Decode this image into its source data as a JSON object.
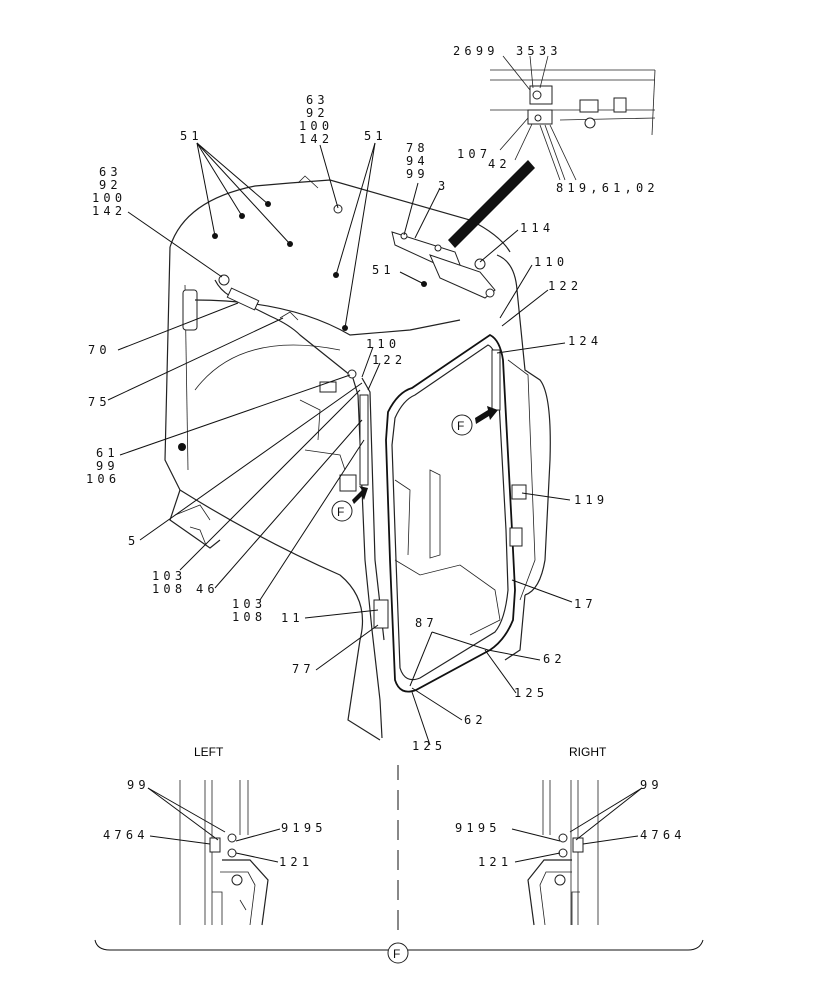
{
  "labels": {
    "l_2699": "2699",
    "l_3533": "3533",
    "l_107": "107",
    "l_42": "42",
    "l_819": "819,61,02",
    "l_63a_1": "63",
    "l_63a_2": "92",
    "l_63a_3": "100",
    "l_63a_4": "142",
    "l_51a": "51",
    "l_51b": "51",
    "l_63b_1": "63",
    "l_63b_2": "92",
    "l_63b_3": "100",
    "l_63b_4": "142",
    "l_78_1": "78",
    "l_78_2": "94",
    "l_78_3": "99",
    "l_3": "3",
    "l_114": "114",
    "l_51c": "51",
    "l_110a": "110",
    "l_122a": "122",
    "l_124": "124",
    "l_70": "70",
    "l_110b": "110",
    "l_122b": "122",
    "l_75": "75",
    "l_61_1": "61",
    "l_61_2": "99",
    "l_61_3": "106",
    "l_119": "119",
    "l_5": "5",
    "l_103a_1": "103",
    "l_103a_2": "108",
    "l_46": "46",
    "l_103b_1": "103",
    "l_103b_2": "108",
    "l_11": "11",
    "l_17": "17",
    "l_87": "87",
    "l_62a": "62",
    "l_77": "77",
    "l_125a": "125",
    "l_62b": "62",
    "l_125b": "125",
    "left_99": "99",
    "left_4764": "4764",
    "left_9195": "9195",
    "left_121": "121",
    "right_99": "99",
    "right_9195": "9195",
    "right_4764": "4764",
    "right_121": "121"
  },
  "callouts": {
    "view_letter": "F"
  },
  "detail_headers": {
    "left": "LEFT",
    "right": "RIGHT"
  }
}
